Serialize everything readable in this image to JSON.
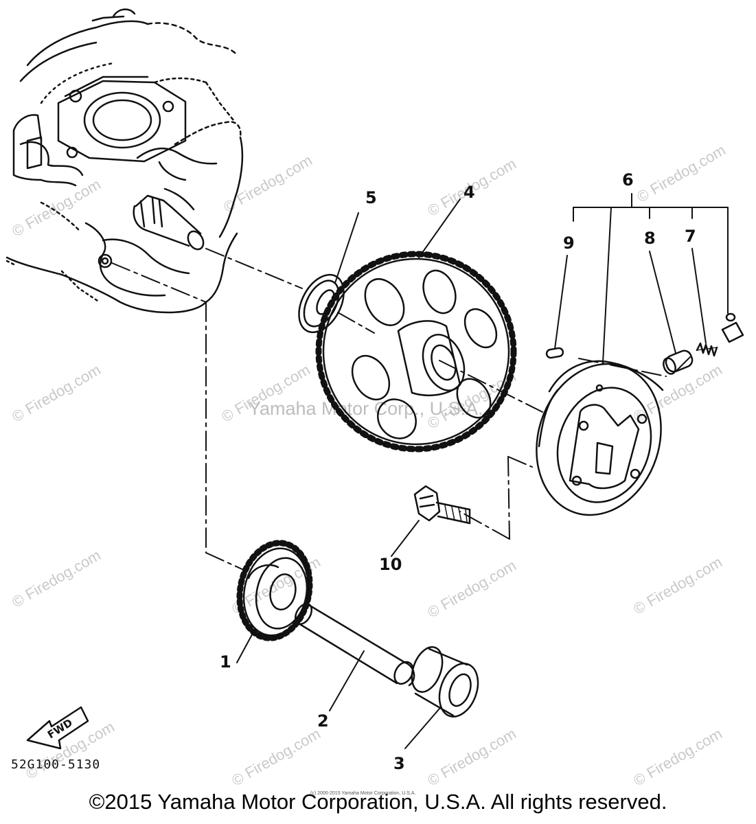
{
  "diagram": {
    "ref_code": "52G100-5130",
    "fwd_label": "FWD",
    "center_watermark": "Yamaha Motor Corp., U.S.A.",
    "watermark": "© Firedog.com",
    "small_copyright": "(c) 2000-2015 Yamaha Motor Corporation, U.S.A.",
    "footer": "©2015 Yamaha Motor Corporation, U.S.A. All rights reserved.",
    "callouts": {
      "p1": "1",
      "p2": "2",
      "p3": "3",
      "p4": "4",
      "p5": "5",
      "p6": "6",
      "p7": "7",
      "p8": "8",
      "p9": "9",
      "p10": "10"
    }
  }
}
